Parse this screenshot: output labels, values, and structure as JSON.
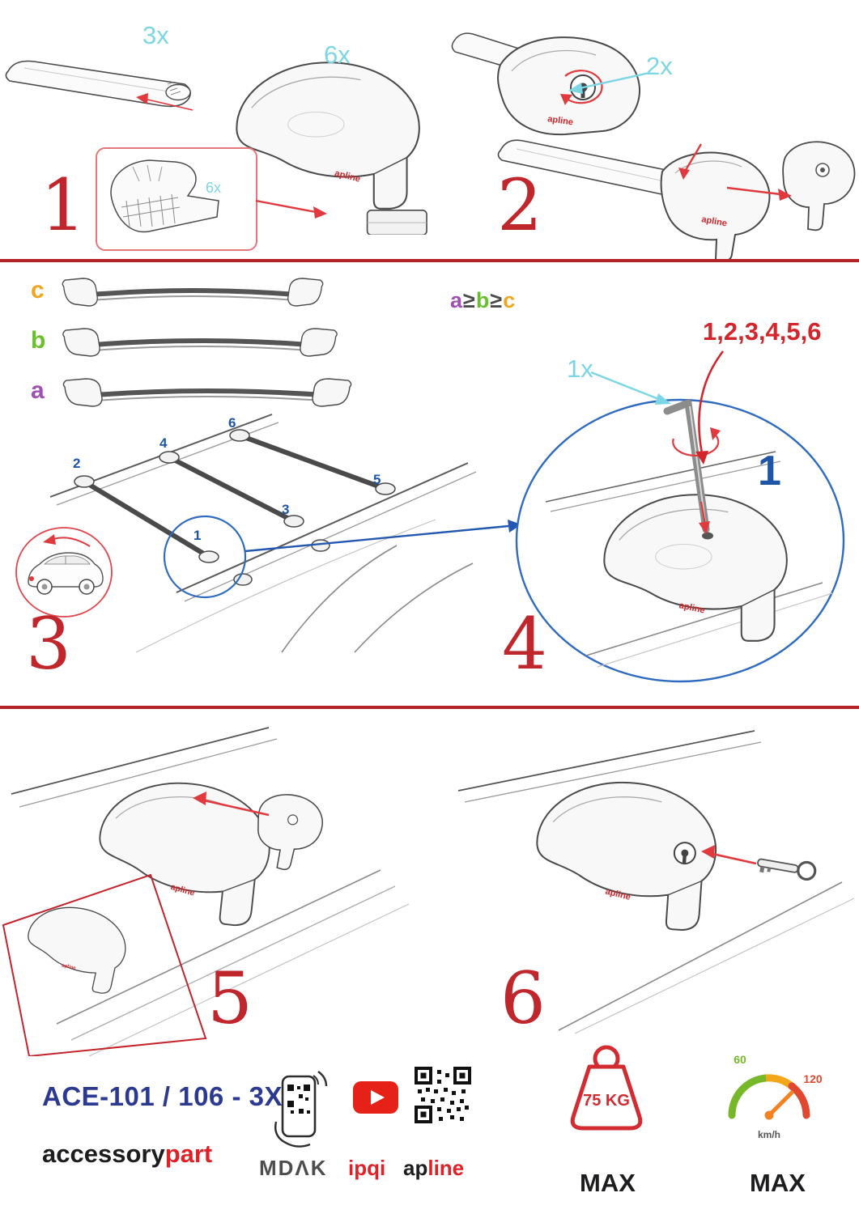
{
  "step1": {
    "number": "1",
    "bar_qty": "3x",
    "foot_qty": "6x",
    "inset_qty": "6x",
    "brand": "apline"
  },
  "step2": {
    "number": "2",
    "lock_qty": "2x",
    "brand": "apline"
  },
  "step3": {
    "number": "3",
    "size_c": "c",
    "size_b": "b",
    "size_a": "a",
    "order_a": "a",
    "order_ge1": "≥",
    "order_b": "b",
    "order_ge2": "≥",
    "order_c": "c",
    "pos1": "1",
    "pos2": "2",
    "pos3": "3",
    "pos4": "4",
    "pos5": "5",
    "pos6": "6"
  },
  "step4": {
    "number": "4",
    "key_qty": "1x",
    "sequence": "1,2,3,4,5,6",
    "first": "1",
    "brand": "apline"
  },
  "step5": {
    "number": "5",
    "brand": "apline"
  },
  "step6": {
    "number": "6",
    "brand": "apline"
  },
  "footer": {
    "model": "ACE-101 / 106 - 3X",
    "brand_black": "accessory",
    "brand_red": "part",
    "mdak": "MDΛK",
    "ipqi": "ipqi",
    "apline_black": "ap",
    "apline_red": "line",
    "weight": "75 KG",
    "weight_max": "MAX",
    "speed_low": "60",
    "speed_high": "120",
    "speed_unit": "km/h",
    "speed_max": "MAX"
  },
  "colors": {
    "red": "#d2262c",
    "cyan": "#7cd6e6",
    "blue": "#1f55a8",
    "navy": "#2b3990",
    "purple": "#a04fb5",
    "green": "#6abf2e",
    "orange": "#efa51e"
  }
}
